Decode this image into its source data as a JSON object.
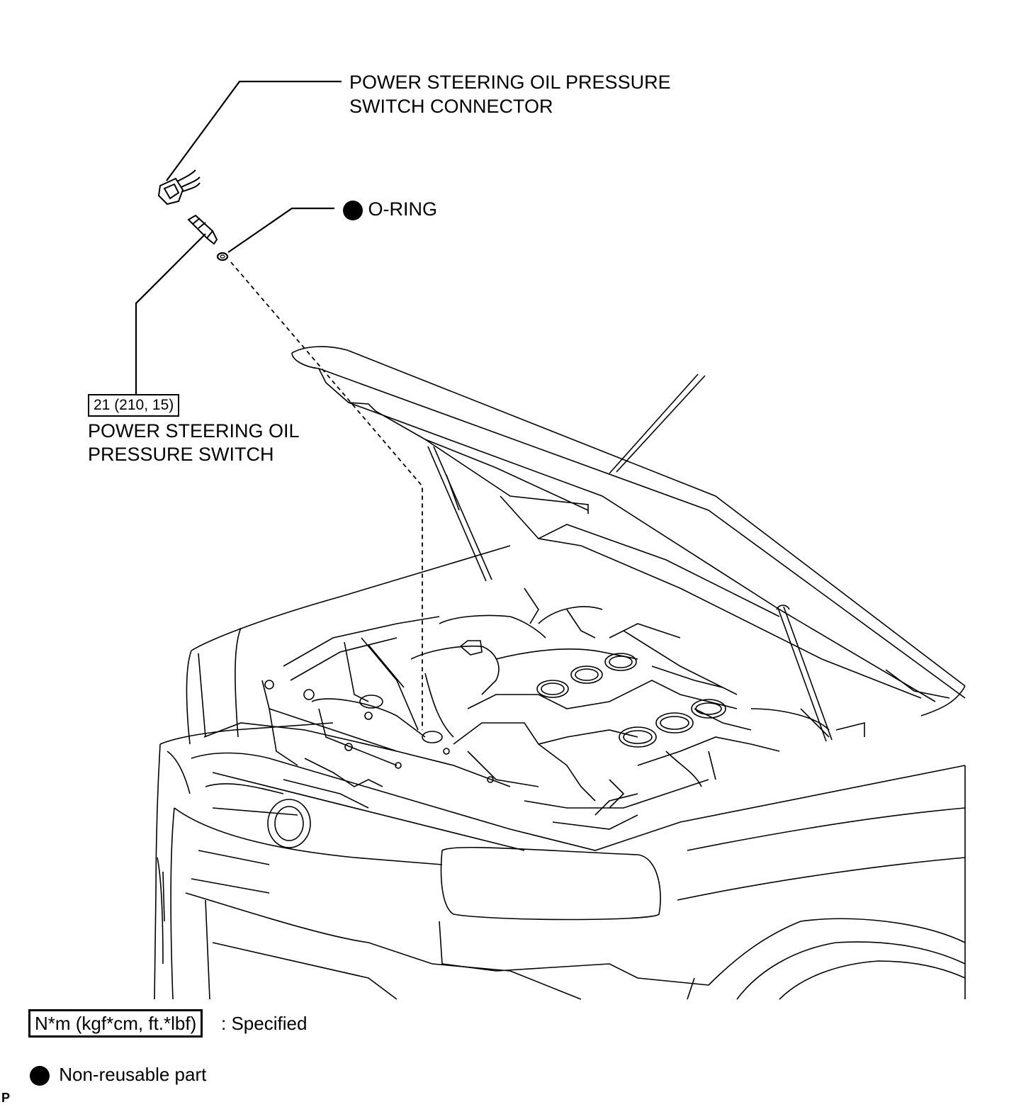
{
  "callouts": {
    "connector_line1": "POWER STEERING OIL PRESSURE",
    "connector_line2": "SWITCH CONNECTOR",
    "oring": "O-RING",
    "torque": "21 (210, 15)",
    "switch_line1": "POWER STEERING OIL",
    "switch_line2": "PRESSURE SWITCH"
  },
  "legend": {
    "torque_unit": "N*m (kgf*cm, ft.*lbf)",
    "torque_desc": ": Specified",
    "nonreusable_desc": "Non-reusable part"
  },
  "corner_mark": "P",
  "icons": [
    "non-reusable-dot-icon"
  ]
}
